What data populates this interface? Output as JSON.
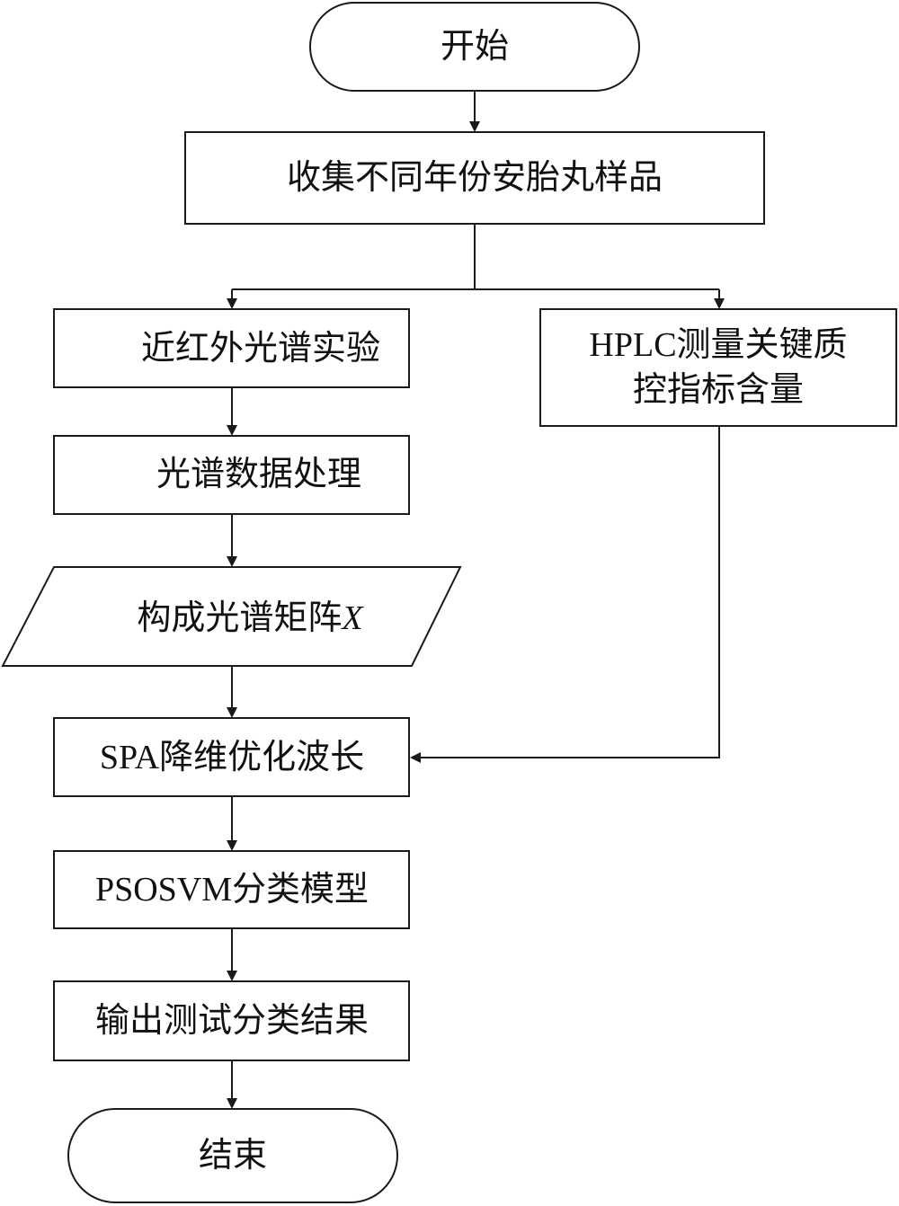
{
  "nodes": {
    "start": "开始",
    "collect": "收集不同年份安胎丸样品",
    "nir": "近红外光谱实验",
    "hplc_line1": "HPLC测量关键质",
    "hplc_line2": "控指标含量",
    "spectral_processing": "光谱数据处理",
    "matrix_prefix": "构成光谱矩阵",
    "matrix_var": "X",
    "spa": "SPA降维优化波长",
    "psosvm": "PSOSVM分类模型",
    "output": "输出测试分类结果",
    "end": "结束"
  }
}
